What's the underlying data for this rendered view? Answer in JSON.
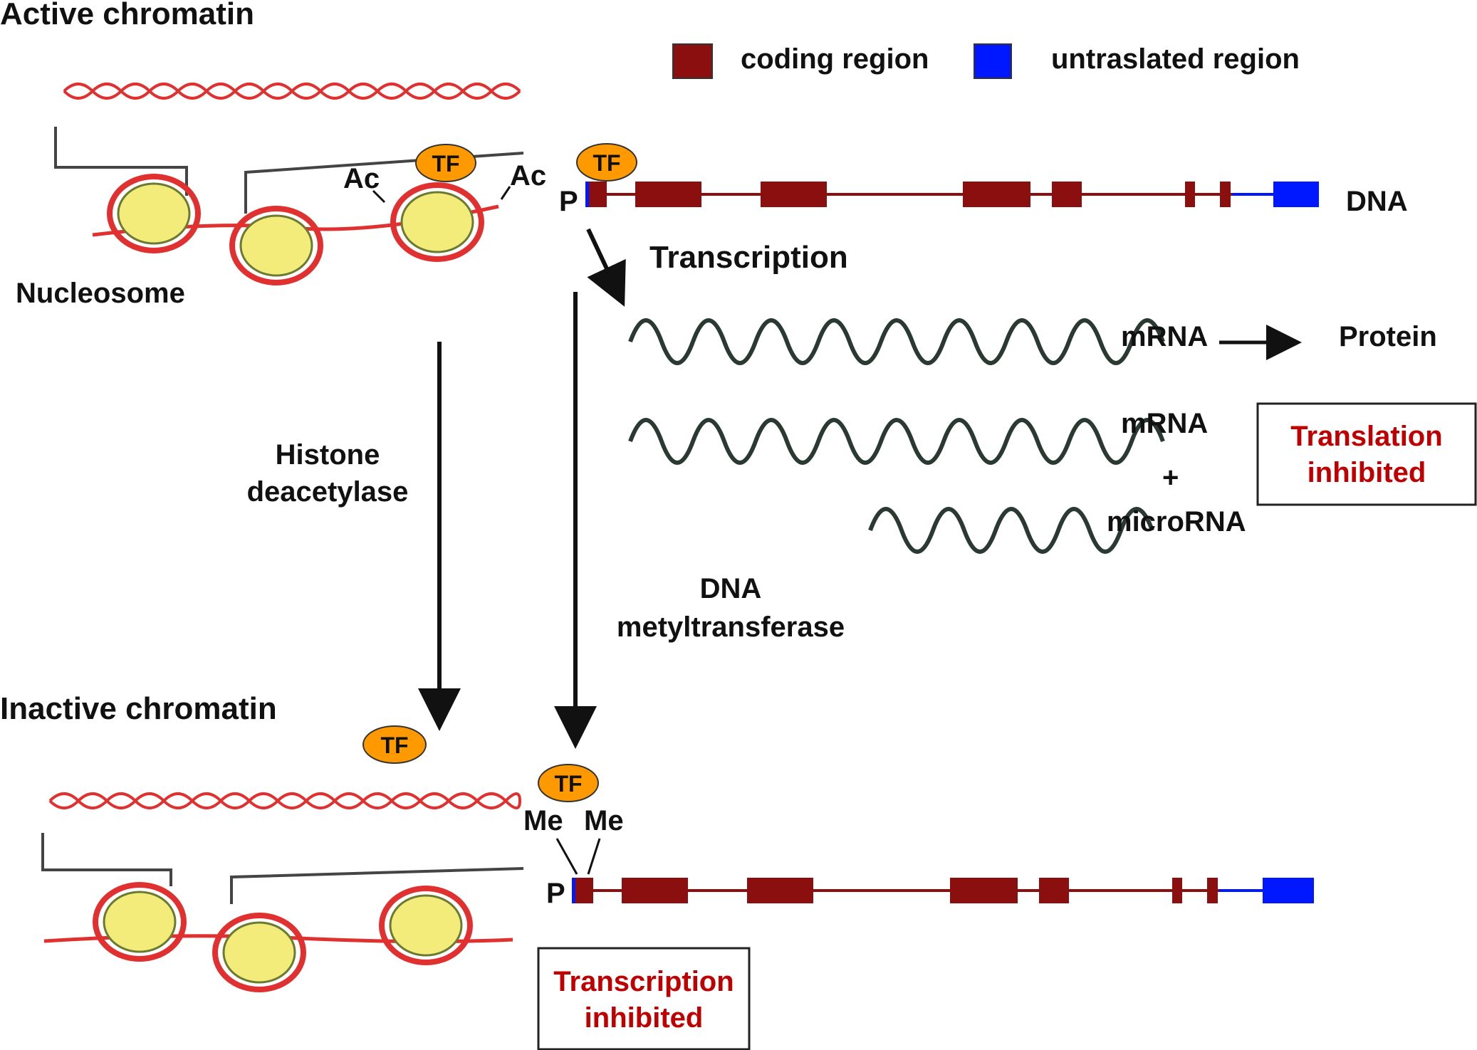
{
  "labels": {
    "active_chromatin": "Active chromatin",
    "inactive_chromatin": "Inactive chromatin",
    "nucleosome": "Nucleosome",
    "ac_left": "Ac",
    "ac_right": "Ac",
    "tf": "TF",
    "promoter": "P",
    "dna": "DNA",
    "transcription": "Transcription",
    "mrna_1": "mRNA",
    "protein": "Protein",
    "mrna_2": "mRNA",
    "plus": "+",
    "microrna": "microRNA",
    "translation_inhibited_line1": "Translation",
    "translation_inhibited_line2": "inhibited",
    "histone_deacetylase_line1": "Histone",
    "histone_deacetylase_line2": "deacetylase",
    "dna_methyltransferase_line1": "DNA",
    "dna_methyltransferase_line2": "metyltransferase",
    "me_left": "Me",
    "me_right": "Me",
    "transcription_inhibited_line1": "Transcription",
    "transcription_inhibited_line2": "inhibited"
  },
  "legend": {
    "coding_region": "coding region",
    "untranslated_region": "untraslated region"
  },
  "colors": {
    "coding": "#8b0f0f",
    "utr": "#0018ff",
    "tf": "#ff9900",
    "nucleosome_core": "#f3ec7a",
    "dna_strand": "#e03030",
    "rna": "#2a3a32",
    "inhibited_text": "#c00000"
  }
}
